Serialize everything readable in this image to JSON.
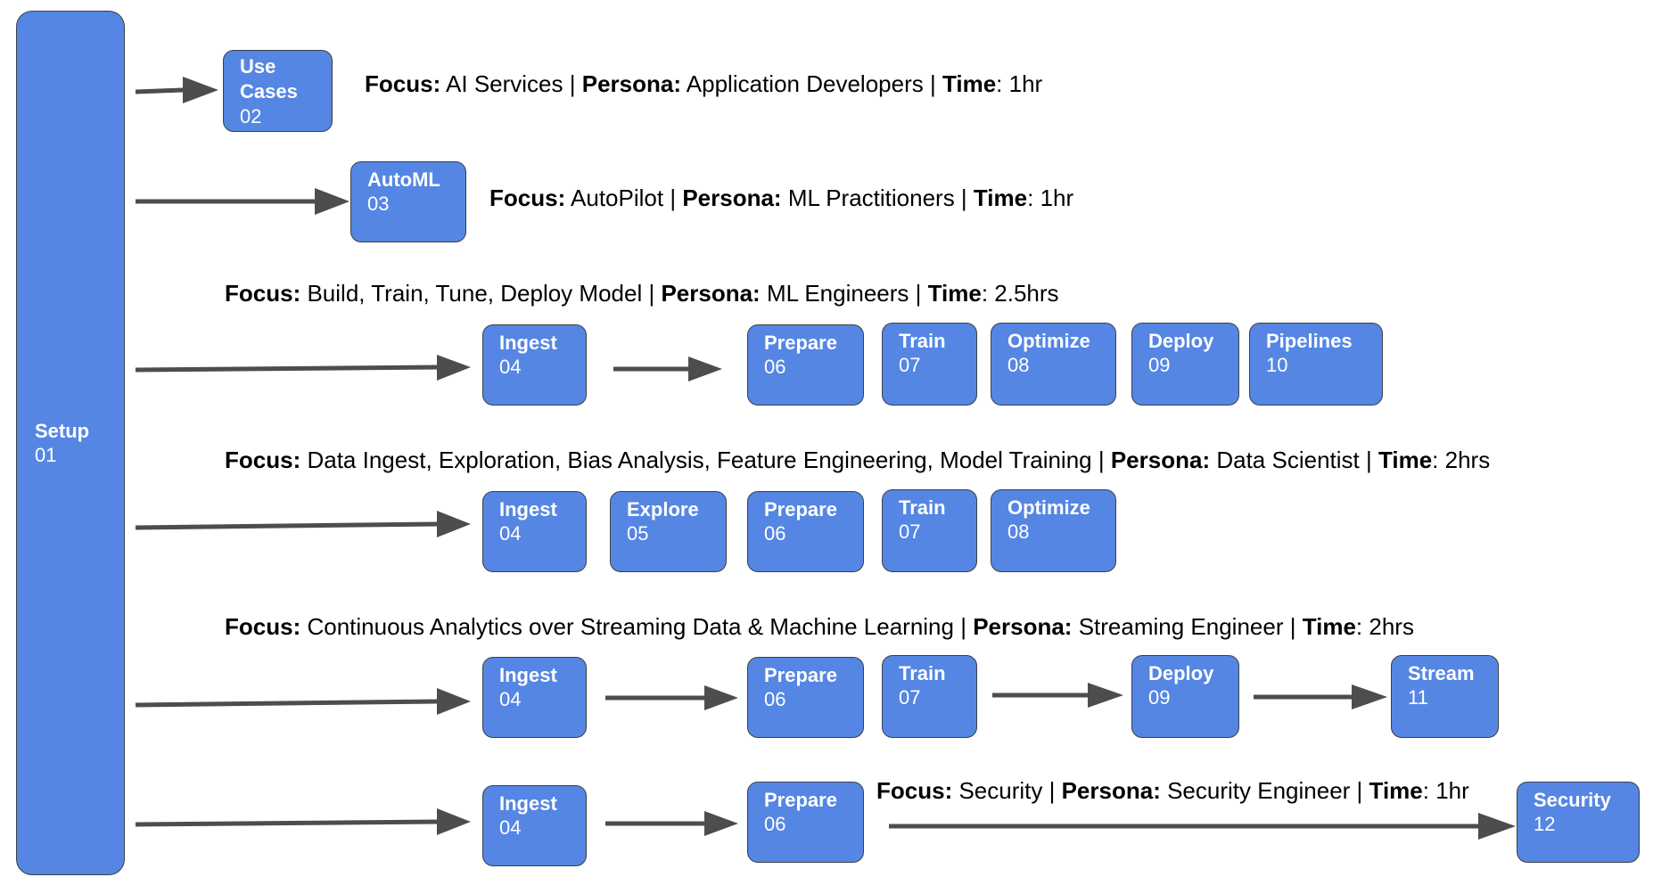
{
  "setup": {
    "title": "Setup",
    "num": "01"
  },
  "labels": {
    "focus": "Focus:",
    "persona": "Persona:",
    "time": "Time"
  },
  "tracks": [
    {
      "focus": "AI Services",
      "persona": "Application Developers",
      "time": "1hr"
    },
    {
      "focus": "AutoPilot",
      "persona": "ML Practitioners",
      "time": "1hr"
    },
    {
      "focus": "Build, Train, Tune, Deploy Model ",
      "persona": "ML Engineers",
      "time": "2.5hrs"
    },
    {
      "focus": "Data Ingest, Exploration, Bias Analysis, Feature Engineering, Model Training ",
      "persona": "Data Scientist",
      "time": "2hrs"
    },
    {
      "focus": "Continuous Analytics over Streaming Data & Machine Learning",
      "persona": "Streaming Engineer",
      "time": "2hrs"
    },
    {
      "focus": "Security",
      "persona": "Security Engineer",
      "time": "1hr"
    }
  ],
  "boxes": {
    "use_cases": {
      "title": "Use Cases",
      "num": "02"
    },
    "automl": {
      "title": "AutoML",
      "num": "03"
    },
    "ingest": {
      "title": "Ingest",
      "num": "04"
    },
    "explore": {
      "title": "Explore",
      "num": "05"
    },
    "prepare": {
      "title": "Prepare",
      "num": "06"
    },
    "train": {
      "title": "Train",
      "num": "07"
    },
    "optimize": {
      "title": "Optimize",
      "num": "08"
    },
    "deploy": {
      "title": "Deploy",
      "num": "09"
    },
    "pipelines": {
      "title": "Pipelines",
      "num": "10"
    },
    "stream": {
      "title": "Stream",
      "num": "11"
    },
    "security": {
      "title": "Security",
      "num": "12"
    }
  }
}
